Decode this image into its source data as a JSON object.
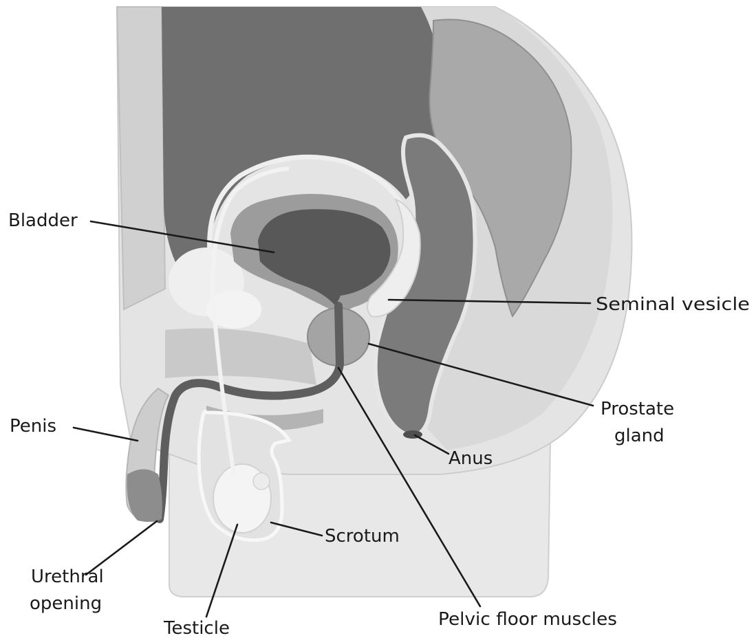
{
  "labels": {
    "bladder": "Bladder",
    "seminal_vesicle": "Seminal vesicle",
    "prostate_line1": "Prostate",
    "prostate_line2": "gland",
    "penis": "Penis",
    "anus": "Anus",
    "scrotum": "Scrotum",
    "urethral_line1": "Urethral",
    "urethral_line2": "opening",
    "testicle": "Testicle",
    "pelvic_floor": "Pelvic floor muscles"
  },
  "colors": {
    "background": "#ffffff",
    "body_outer": "#e6e6e6",
    "body_mid": "#d4d4d4",
    "abdomen_dark": "#6e6e6e",
    "bladder_dark": "#5a5a5a",
    "bladder_wall": "#9a9a9a",
    "rectum": "#7a7a7a",
    "colon": "#a8a8a8",
    "gland_light": "#f0f0f0",
    "text": "#1a1a1a"
  }
}
